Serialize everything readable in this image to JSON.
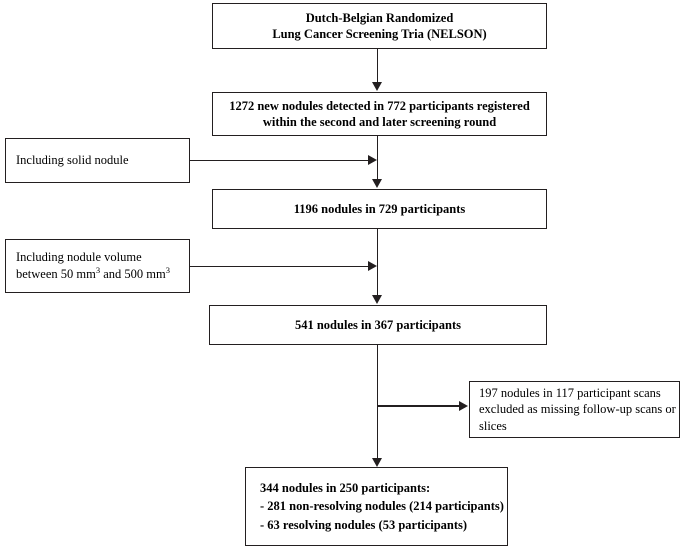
{
  "figure": {
    "type": "flowchart",
    "orientation": "top-to-bottom",
    "line_color": "#231f20",
    "background": "#ffffff"
  },
  "nodes": {
    "title_box": {
      "line1": "Dutch-Belgian Randomized",
      "line2": "Lung Cancer Screening Tria (NELSON)"
    },
    "detected_box": {
      "line1": "1272 new nodules detected in 772 participants registered",
      "line2": "within the second and later screening round"
    },
    "note_solid": {
      "line1": "Including solid nodule"
    },
    "nodules_1196": {
      "line1": "1196 nodules in 729 participants"
    },
    "note_volume": {
      "line1": "Including nodule volume",
      "line2_pre": "between 50 mm",
      "line2_sup1": "3",
      "line2_mid": " and 500 mm",
      "line2_sup2": "3"
    },
    "nodules_541": {
      "line1": "541 nodules in 367 participants"
    },
    "excluded_box": {
      "line1": "197 nodules in 117 participant scans",
      "line2": "excluded as missing follow-up scans or",
      "line3": "slices"
    },
    "outcome_box": {
      "line1": "344 nodules in 250 participants:",
      "line2": "- 281 non-resolving nodules (214 participants)",
      "line3": "- 63 resolving nodules (53 participants)"
    }
  },
  "chart_data": {
    "type": "table",
    "title": "Dutch-Belgian Randomized Lung Cancer Screening Tria (NELSON)",
    "stages": [
      {
        "label": "1272 new nodules detected in 772 participants registered within the second and later screening round",
        "nodules": 1272,
        "participants": 772
      },
      {
        "label": "1196 nodules in 729 participants",
        "nodules": 1196,
        "participants": 729,
        "inclusion_criterion": "Including solid nodule"
      },
      {
        "label": "541 nodules in 367 participants",
        "nodules": 541,
        "participants": 367,
        "inclusion_criterion": "Including nodule volume between 50 mm3 and 500 mm3"
      },
      {
        "label": "344 nodules in 250 participants",
        "nodules": 344,
        "participants": 250,
        "exclusion": "197 nodules in 117 participant scans excluded as missing follow-up scans or slices",
        "excluded_nodules": 197,
        "excluded_participants": 117,
        "breakdown": [
          {
            "label": "281 non-resolving nodules (214 participants)",
            "nodules": 281,
            "participants": 214
          },
          {
            "label": "63 resolving nodules (53 participants)",
            "nodules": 63,
            "participants": 53
          }
        ]
      }
    ]
  }
}
